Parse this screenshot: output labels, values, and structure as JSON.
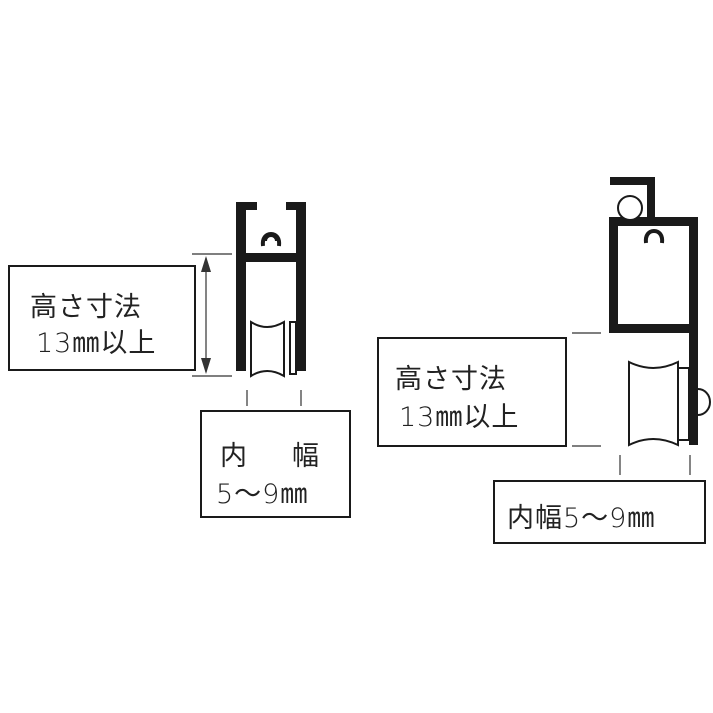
{
  "left_diagram": {
    "height_label": {
      "line1": "高さ寸法",
      "line2": "13㎜以上"
    },
    "width_label": {
      "line1_a": "内",
      "line1_b": "幅",
      "line2": "5～9㎜"
    }
  },
  "right_diagram": {
    "height_label": {
      "line1": "高さ寸法",
      "line2": "13㎜以上"
    },
    "width_label": {
      "line1": "内幅5～9㎜"
    }
  },
  "colors": {
    "ink": "#1a1a1a",
    "background": "#ffffff"
  }
}
